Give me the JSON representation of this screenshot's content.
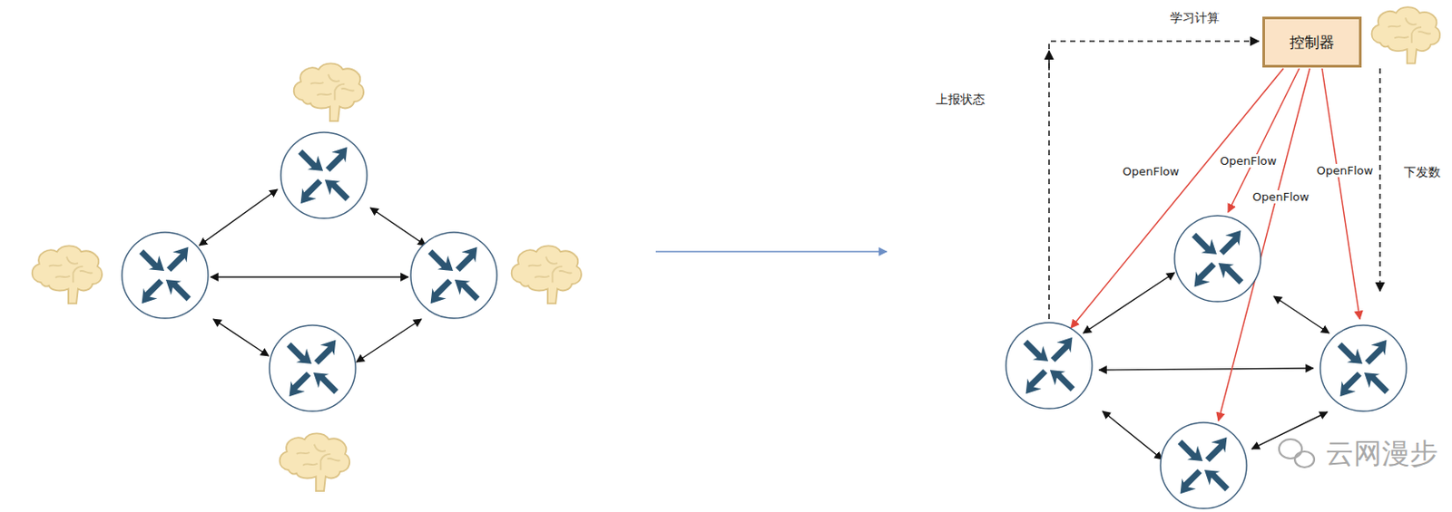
{
  "diagram": {
    "nodes": [
      {
        "text": [
          "控制器"
        ]
      }
    ],
    "labels": [
      "学习计算",
      "上报状态",
      "OpenFlow",
      "OpenFlow",
      "OpenFlow",
      "OpenFlow",
      "下发数",
      "云网漫步"
    ]
  }
}
